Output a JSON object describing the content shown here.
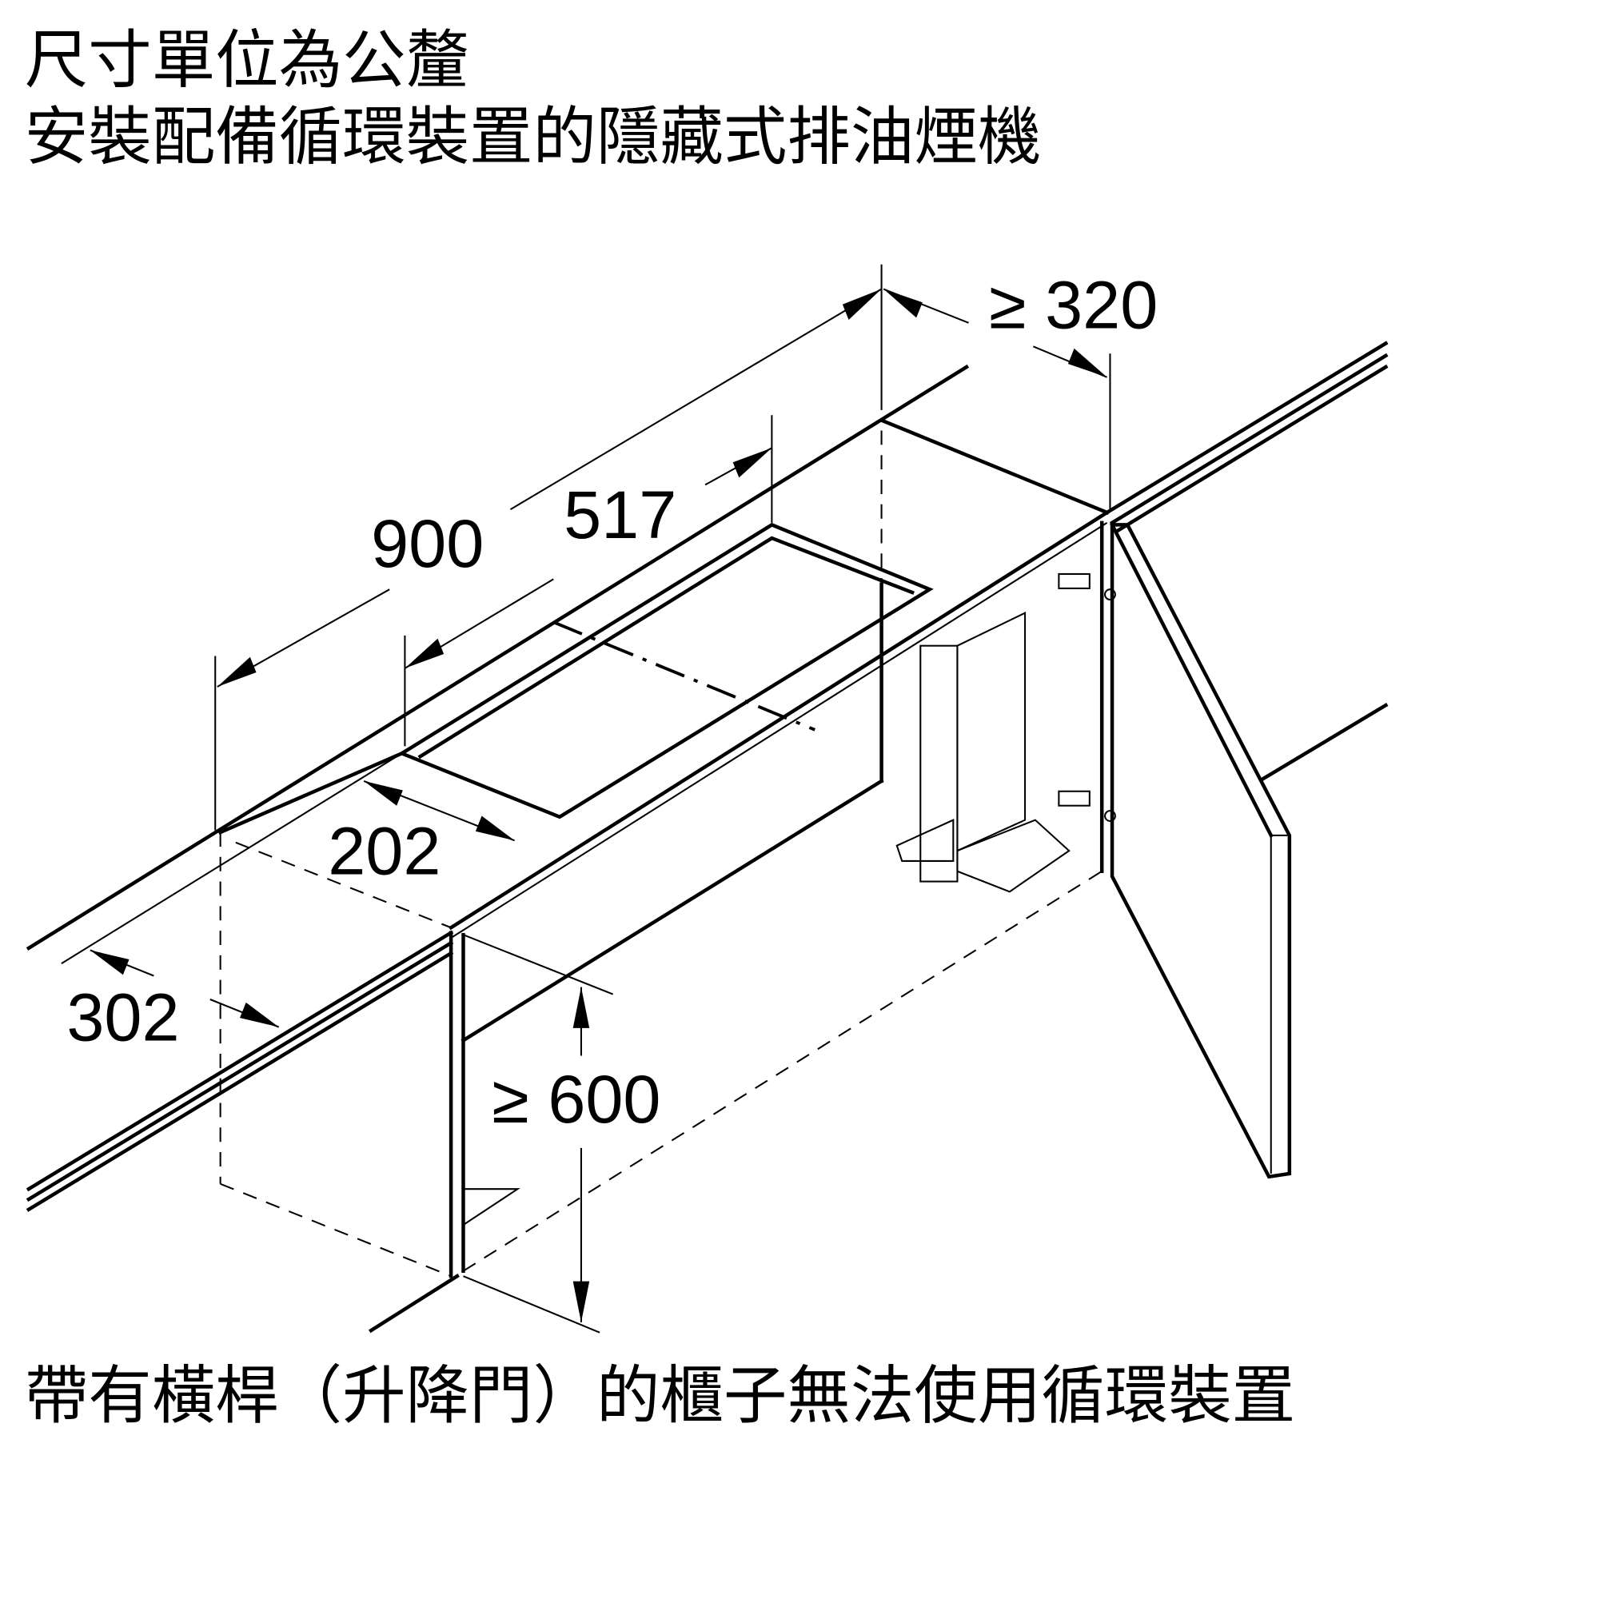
{
  "header": {
    "units_note": "尺寸單位為公釐",
    "title": "安裝配備循環裝置的隱藏式排油煙機"
  },
  "dimensions": {
    "d900": "900",
    "d517": "517",
    "d320": "≥ 320",
    "d202": "202",
    "d302": "302",
    "d600": "≥ 600"
  },
  "footer": {
    "note": "帶有橫桿（升降門）的櫃子無法使用循環裝置"
  }
}
